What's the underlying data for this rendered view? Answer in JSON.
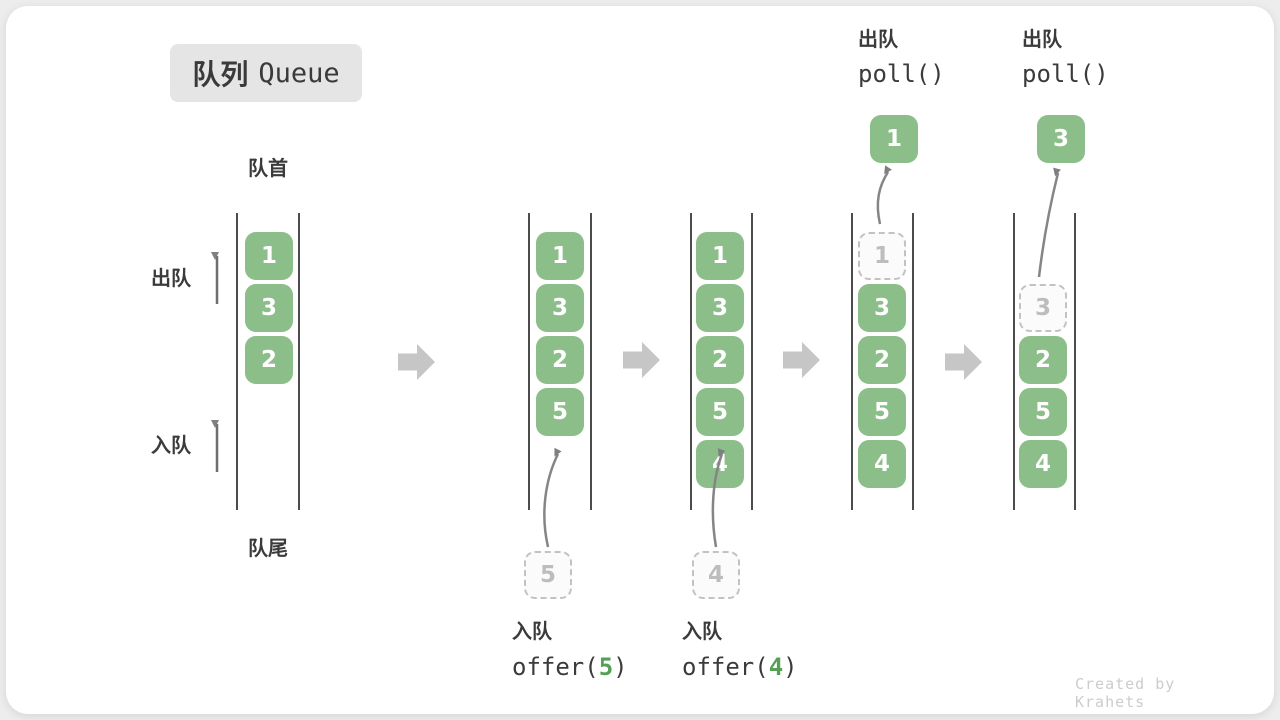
{
  "title": {
    "zh": "队列",
    "en": "Queue"
  },
  "side_labels": {
    "front": "队首",
    "rear": "队尾",
    "dequeue": "出队",
    "enqueue": "入队"
  },
  "colors": {
    "cell_green": "#8bbe88",
    "accent_green": "#55a055",
    "dark_text": "#3b3b3b",
    "ghost_gray": "#c2c2c2",
    "block_arrow_gray": "#c6c6c6"
  },
  "operations": {
    "enqueue5": {
      "label": "入队",
      "code_prefix": "offer(",
      "code_arg": "5",
      "code_suffix": ")"
    },
    "enqueue4": {
      "label": "入队",
      "code_prefix": "offer(",
      "code_arg": "4",
      "code_suffix": ")"
    },
    "poll1": {
      "label": "出队",
      "code": "poll()"
    },
    "poll2": {
      "label": "出队",
      "code": "poll()"
    }
  },
  "columns": {
    "c1": {
      "cells": [
        "1",
        "3",
        "2"
      ]
    },
    "c2": {
      "cells": [
        "1",
        "3",
        "2",
        "5"
      ],
      "staging": "5"
    },
    "c3": {
      "cells": [
        "1",
        "3",
        "2",
        "5",
        "4"
      ],
      "staging": "4"
    },
    "c4": {
      "removed": "1",
      "cells": [
        "3",
        "2",
        "5",
        "4"
      ],
      "polled": "1"
    },
    "c5": {
      "removed": "3",
      "cells": [
        "2",
        "5",
        "4"
      ],
      "polled": "3"
    }
  },
  "watermark": "Created by Krahets"
}
